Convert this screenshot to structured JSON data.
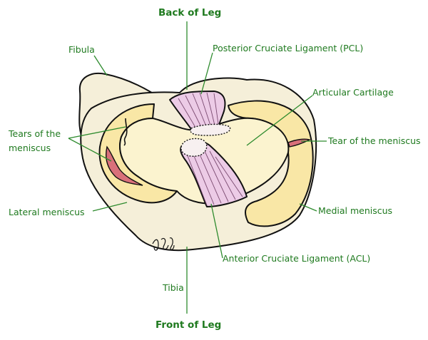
{
  "labels": {
    "back_of_leg": "Back of Leg",
    "front_of_leg": "Front of Leg",
    "fibula": "Fibula",
    "pcl": "Posterior Cruciate Ligament (PCL)",
    "articular_cartilage": "Articular Cartilage",
    "tears_line1": "Tears of the",
    "tears_line2": "meniscus",
    "tear_single": "Tear of the meniscus",
    "lateral_meniscus": "Lateral meniscus",
    "medial_meniscus": "Medial meniscus",
    "acl": "Anterior Cruciate Ligament (ACL)",
    "tibia": "Tibia"
  },
  "colors": {
    "label_green": "#1f7a1f",
    "bone": "#f5efd9",
    "meniscus": "#f9e7a6",
    "cartilage": "#fbf3cf",
    "ligament": "#eccbe6",
    "tear": "#d9707a"
  }
}
